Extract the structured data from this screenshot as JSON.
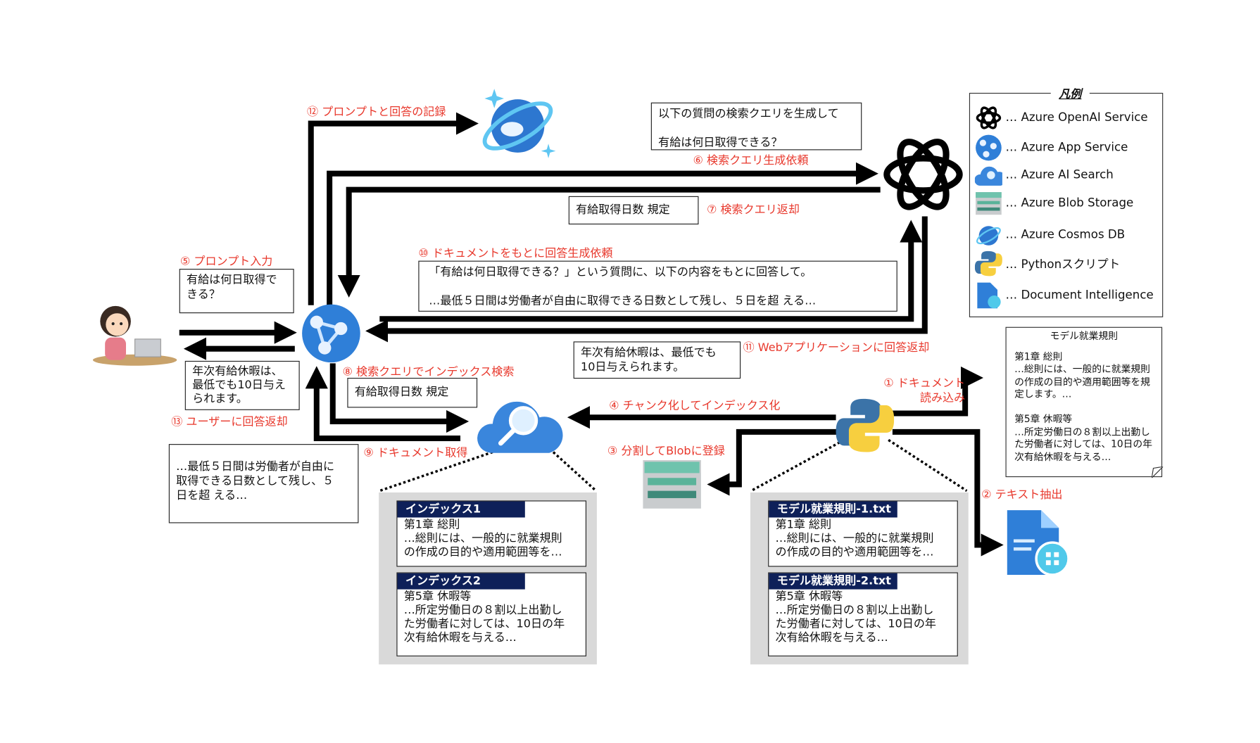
{
  "legend": {
    "title": "凡例",
    "items": [
      {
        "icon": "openai-icon",
        "label": "… Azure OpenAI Service"
      },
      {
        "icon": "app-service-icon",
        "label": "… Azure App Service"
      },
      {
        "icon": "ai-search-icon",
        "label": "… Azure AI Search"
      },
      {
        "icon": "blob-storage-icon",
        "label": "… Azure Blob Storage"
      },
      {
        "icon": "cosmos-db-icon",
        "label": "… Azure Cosmos DB"
      },
      {
        "icon": "python-icon",
        "label": "… Pythonスクリプト"
      },
      {
        "icon": "document-intelligence-icon",
        "label": "… Document Intelligence"
      }
    ]
  },
  "steps": {
    "s1": "① ドキュメント\n読み込み",
    "s2": "② テキスト抽出",
    "s3": "③ 分割してBlobに登録",
    "s4": "④ チャンク化してインデックス化",
    "s5": "⑤ プロンプト入力",
    "s6": "⑥ 検索クエリ生成依頼",
    "s7": "⑦ 検索クエリ返却",
    "s8": "⑧ 検索クエリでインデックス検索",
    "s9": "⑨ ドキュメント取得",
    "s10": "⑩ ドキュメントをもとに回答生成依頼",
    "s11": "⑪ Webアプリケーションに回答返却",
    "s12": "⑫ プロンプトと回答の記録",
    "s13": "⑬ ユーザーに回答返却"
  },
  "boxes": {
    "query_request": "以下の質問の検索クエリを生成して\n\n有給は何日取得できる？",
    "query_result": "有給取得日数 規定",
    "answer_request": "「有給は何日取得できる？」という質問に、以下の内容をもとに回答して。\n\n…最低５日間は労働者が自由に取得できる日数として残し、５日を超 える…",
    "prompt": "有給は何日取得で\nきる？",
    "user_answer": "年次有給休暇は、\n最低でも10日与え\nられます。",
    "app_answer": "年次有給休暇は、最低でも\n10日与えられます。",
    "search_query": "有給取得日数 規定",
    "retrieved_doc": "…最低５日間は労働者が自由に\n取得できる日数として残し、５\n日を超 える…"
  },
  "model_doc": {
    "title": "モデル就業規則",
    "body": "第1章 総則\n…総則には、一般的に就業規則の作成の目的や適用範囲等を規定します。…\n\n第5章 休暇等\n…所定労働日の８割以上出勤した労働者に対しては、10日の年次有給休暇を与える…"
  },
  "index_cards": [
    {
      "header": "インデックス1",
      "body": "第1章 総則\n…総則には、一般的に就業規則\nの作成の目的や適用範囲等を…"
    },
    {
      "header": "インデックス2",
      "body": "第5章 休暇等\n…所定労働日の８割以上出勤し\nた労働者に対しては、10日の年\n次有給休暇を与える…"
    }
  ],
  "blob_cards": [
    {
      "header": "モデル就業規則-1.txt",
      "body": "第1章 総則\n…総則には、一般的に就業規則\nの作成の目的や適用範囲等を…"
    },
    {
      "header": "モデル就業規則-2.txt",
      "body": "第5章 休暇等\n…所定労働日の８割以上出勤し\nた労働者に対しては、10日の年\n次有給休暇を与える…"
    }
  ],
  "colors": {
    "step_label": "#e8382c",
    "card_header": "#0e2059",
    "panel": "#d9d9d9"
  }
}
